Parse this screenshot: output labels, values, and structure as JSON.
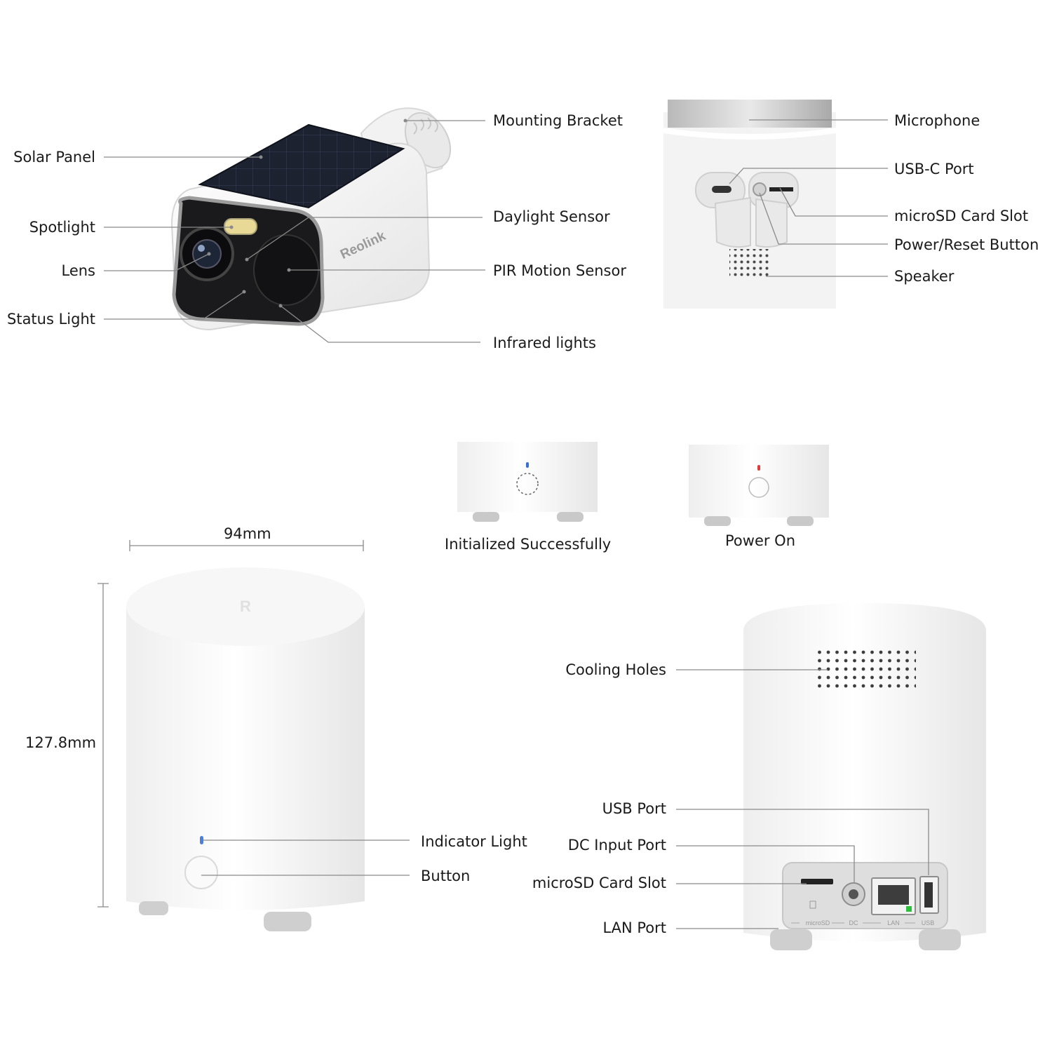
{
  "camera": {
    "brand": "Reolink",
    "labels": {
      "solar_panel": "Solar Panel",
      "spotlight": "Spotlight",
      "lens": "Lens",
      "status_light": "Status Light",
      "mounting_bracket": "Mounting Bracket",
      "daylight_sensor": "Daylight Sensor",
      "pir_motion_sensor": "PIR Motion Sensor",
      "infrared_lights": "Infrared lights"
    }
  },
  "camera_bottom": {
    "labels": {
      "microphone": "Microphone",
      "usbc_port": "USB-C Port",
      "microsd_slot": "microSD Card Slot",
      "power_reset": "Power/Reset Button",
      "speaker": "Speaker"
    }
  },
  "hub_states": {
    "initialized": "Initialized Successfully",
    "power_on": "Power On",
    "initialized_color": "#3b6fd6",
    "power_on_color": "#e03b3b"
  },
  "hub_front": {
    "width": "94mm",
    "height": "127.8mm",
    "labels": {
      "indicator_light": "Indicator Light",
      "button": "Button"
    },
    "indicator_color": "#4a7fe0"
  },
  "hub_back": {
    "labels": {
      "cooling_holes": "Cooling Holes",
      "usb_port": "USB Port",
      "dc_input": "DC Input Port",
      "microsd_slot": "microSD Card Slot",
      "lan_port": "LAN Port"
    },
    "port_labels": {
      "microsd": "microSD",
      "dc": "DC",
      "lan": "LAN",
      "usb": "USB"
    }
  }
}
